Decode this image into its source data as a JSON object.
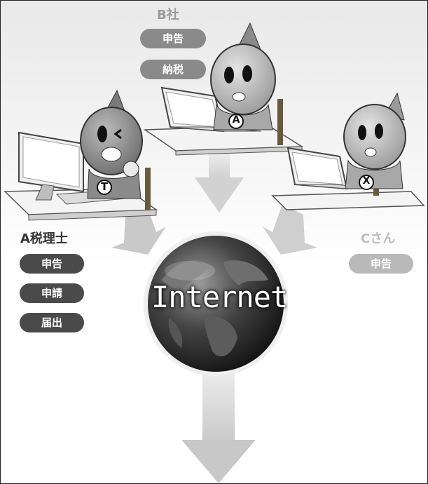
{
  "b_company": {
    "name": "B社",
    "actions": [
      "申告",
      "納税"
    ]
  },
  "a_tax_accountant": {
    "name": "A税理士",
    "actions": [
      "申告",
      "申請",
      "届出"
    ]
  },
  "c_person": {
    "name": "Cさん",
    "actions": [
      "申告"
    ]
  },
  "badges": {
    "t": "T",
    "a": "A",
    "x": "X"
  },
  "globe_label": "Internet",
  "colors": {
    "dark_pill": "#4a4a4a",
    "mid_pill": "#8a8a8a",
    "light_pill": "#b9b9b9",
    "arrow": "#d6d6d6"
  }
}
